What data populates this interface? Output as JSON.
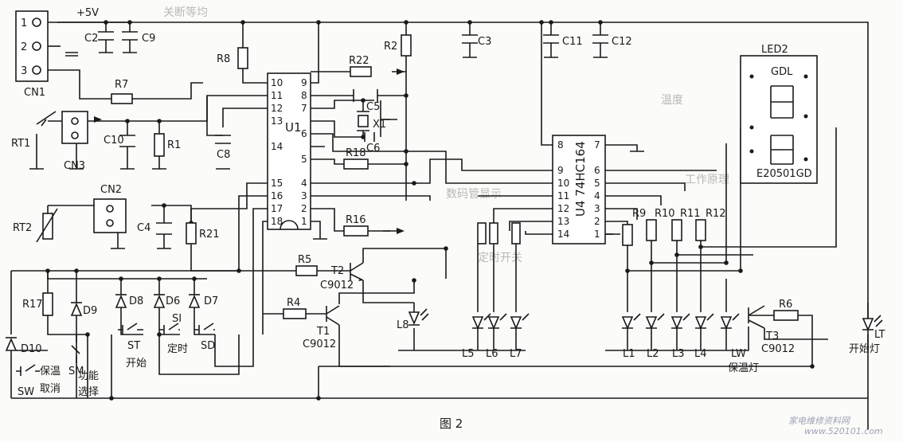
{
  "figure": {
    "caption": "图 2",
    "watermark": "家电维修资料网",
    "watermark_url": "www.520101.com"
  },
  "connectors": {
    "cn1": {
      "name": "CN1",
      "pins": [
        "1",
        "2",
        "3"
      ],
      "supply": "+5V"
    },
    "cn2": {
      "name": "CN2"
    },
    "cn3": {
      "name": "CN3"
    }
  },
  "resistors": {
    "r1": "R1",
    "r2": "R2",
    "r4": "R4",
    "r5": "R5",
    "r6": "R6",
    "r7": "R7",
    "r8": "R8",
    "r9": "R9",
    "r10": "R10",
    "r11": "R11",
    "r12": "R12",
    "r16": "R16",
    "r17": "R17",
    "r18": "R18",
    "r21": "R21",
    "r22": "R22",
    "rt1": "RT1",
    "rt2": "RT2"
  },
  "capacitors": {
    "c2": "C2",
    "c3": "C3",
    "c4": "C4",
    "c5": "C5",
    "c6": "C6",
    "c8": "C8",
    "c9": "C9",
    "c10": "C10",
    "c11": "C11",
    "c12": "C12",
    "x1": "X1"
  },
  "u1": {
    "name": "U1",
    "left_pins": [
      "10",
      "11",
      "12",
      "13",
      "14",
      "15",
      "16",
      "17",
      "18"
    ],
    "right_pins": [
      "9",
      "8",
      "7",
      "6",
      "5",
      "4",
      "3",
      "2",
      "1"
    ]
  },
  "u4": {
    "name": "U4 74HC164",
    "left_pins": [
      "8",
      "9",
      "10",
      "11",
      "12",
      "13",
      "14"
    ],
    "right_pins": [
      "7",
      "6",
      "5",
      "4",
      "3",
      "2",
      "1"
    ]
  },
  "led_display": {
    "ref": "LED2",
    "top_label": "GDL",
    "model": "E20501GD"
  },
  "transistors": {
    "t1": {
      "ref": "T1",
      "model": "C9012"
    },
    "t2": {
      "ref": "T2",
      "model": "C9012"
    },
    "t3": {
      "ref": "T3",
      "model": "C9012"
    }
  },
  "diodes": {
    "d6": "D6",
    "d7": "D7",
    "d8": "D8",
    "d9": "D9",
    "d10": "D10"
  },
  "leds": {
    "l1": "L1",
    "l2": "L2",
    "l3": "L3",
    "l4": "L4",
    "l5": "L5",
    "l6": "L6",
    "l7": "L7",
    "l8": "L8",
    "lw": "LW",
    "lt": "LT"
  },
  "indicator_labels": {
    "lw": "保温灯",
    "lt": "开始灯"
  },
  "switches": {
    "sw": {
      "ref": "SW",
      "label": [
        "保温",
        "取消"
      ]
    },
    "sm": {
      "ref": "SM",
      "label": [
        "功能",
        "选择"
      ]
    },
    "st": {
      "ref": "ST",
      "label": "开始"
    },
    "si": {
      "ref": "SI",
      "label": "定时"
    },
    "sd": {
      "ref": "SD"
    }
  },
  "background_text": [
    "关断等均",
    "数码管显示",
    "定时开关",
    "温度",
    "工作原理"
  ]
}
